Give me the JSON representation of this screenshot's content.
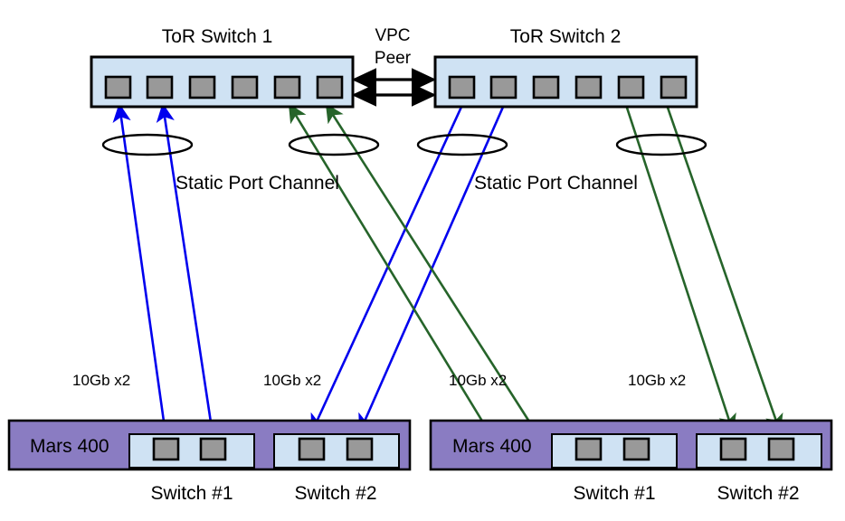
{
  "diagram": {
    "title_top_left": "ToR Switch 1",
    "title_top_right": "ToR Switch 2",
    "vpc_label_line1": "VPC",
    "vpc_label_line2": "Peer",
    "port_channel_label_left": "Static Port Channel",
    "port_channel_label_right": "Static Port Channel",
    "bandwidth_labels": [
      "10Gb x2",
      "10Gb x2",
      "10Gb x2",
      "10Gb x2"
    ],
    "chassis_left_label": "Mars 400",
    "chassis_right_label": "Mars 400",
    "module_labels_left": [
      "Switch #1",
      "Switch #2"
    ],
    "module_labels_right": [
      "Switch #1",
      "Switch #2"
    ],
    "colors": {
      "switch_fill": "#cfe2f3",
      "switch_stroke": "#000000",
      "port_fill": "#999999",
      "port_stroke": "#000000",
      "chassis_fill": "#8a7cc2",
      "chassis_stroke": "#000000",
      "cable_blue": "#0000ee",
      "cable_green": "#26642a",
      "peer_arrow": "#000000",
      "ellipse_stroke": "#000000",
      "background": "#ffffff"
    },
    "tor_switches": [
      {
        "name": "ToR Switch 1",
        "ports": [
          "port-1",
          "port-2",
          "port-3",
          "port-4",
          "port-5",
          "port-6"
        ]
      },
      {
        "name": "ToR Switch 2",
        "ports": [
          "port-1",
          "port-2",
          "port-3",
          "port-4",
          "port-5",
          "port-6"
        ]
      }
    ],
    "chassis": [
      {
        "name": "Mars 400",
        "modules": [
          {
            "label": "Switch #1",
            "ports": [
              "port-1",
              "port-2"
            ]
          },
          {
            "label": "Switch #2",
            "ports": [
              "port-1",
              "port-2"
            ]
          }
        ]
      },
      {
        "name": "Mars 400",
        "modules": [
          {
            "label": "Switch #1",
            "ports": [
              "port-1",
              "port-2"
            ]
          },
          {
            "label": "Switch #2",
            "ports": [
              "port-1",
              "port-2"
            ]
          }
        ]
      }
    ],
    "port_channel_groups": 4,
    "peer_link_count": 2
  }
}
